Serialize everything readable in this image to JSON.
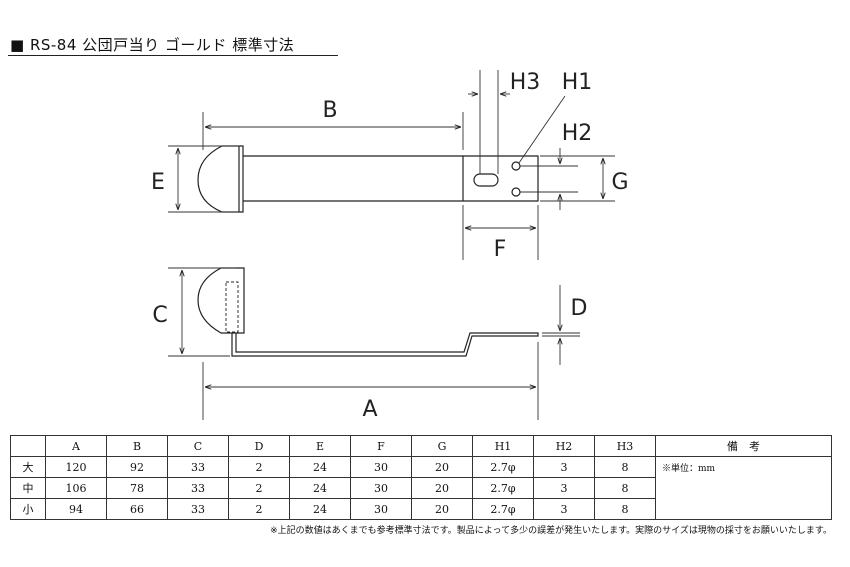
{
  "title": "■ RS-84 公団戸当り ゴールド 標準寸法",
  "dimension_labels": {
    "A": "A",
    "B": "B",
    "C": "C",
    "D": "D",
    "E": "E",
    "F": "F",
    "G": "G",
    "H1": "H1",
    "H2": "H2",
    "H3": "H3"
  },
  "table": {
    "headers": [
      "",
      "A",
      "B",
      "C",
      "D",
      "E",
      "F",
      "G",
      "H1",
      "H2",
      "H3",
      "備　考"
    ],
    "rows": [
      {
        "label": "大",
        "values": [
          "120",
          "92",
          "33",
          "2",
          "24",
          "30",
          "20",
          "2.7φ",
          "3",
          "8"
        ]
      },
      {
        "label": "中",
        "values": [
          "106",
          "78",
          "33",
          "2",
          "24",
          "30",
          "20",
          "2.7φ",
          "3",
          "8"
        ]
      },
      {
        "label": "小",
        "values": [
          "94",
          "66",
          "33",
          "2",
          "24",
          "30",
          "20",
          "2.7φ",
          "3",
          "8"
        ]
      }
    ],
    "note": "※単位：mm"
  },
  "footnote": "※上記の数値はあくまでも参考標準寸法です。製品によって多少の誤差が発生いたします。実際のサイズは現物の採寸をお願いいたします。"
}
